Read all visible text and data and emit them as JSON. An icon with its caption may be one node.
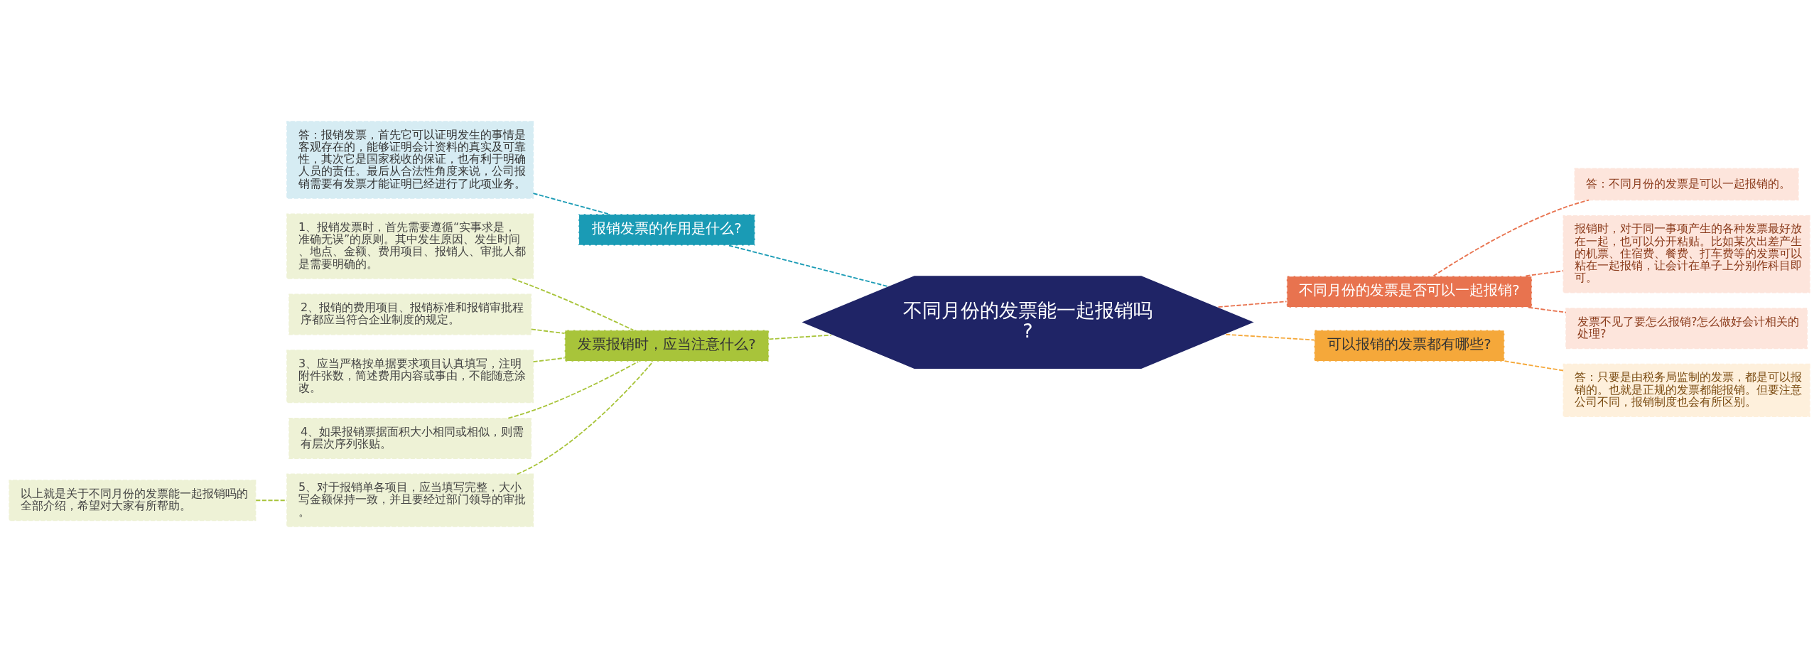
{
  "diagram": {
    "nodes": [
      {
        "text": [
          "不同月份的发票能一起报销吗?"
        ]
      },
      {
        "text": [
          "报销发票的作用是什么?"
        ]
      },
      {
        "text": [
          "答：报销发票，首先它可以证明发生的事情是客观存在的，能够证明会计资料的真实及可靠性，其次它是国家税收的保证，也有利于明确人员的责任。最后从合法性角度来说，公司报销需要有发票才能证明已经进行了此项业务。"
        ]
      },
      {
        "text": [
          "发票报销时，应当注意什么?"
        ]
      },
      {
        "text": [
          "1、报销发票时，首先需要遵循“实事求是，准确无误”的原则。其中发生原因、发生时间、地点、金额、费用项目、报销人、审批人都是需要明确的。"
        ]
      },
      {
        "text": [
          "2、报销的费用项目、报销标准和报销审批程序都应当符合企业制度的规定。"
        ]
      },
      {
        "text": [
          "3、应当严格按单据要求项目认真填写，注明附件张数，简述费用内容或事由，不能随意涂改。"
        ]
      },
      {
        "text": [
          "4、如果报销票据面积大小相同或相似，则需有层次序列张贴。"
        ]
      },
      {
        "text": [
          "5、对于报销单各项目，应当填写完整，大小写金额保持一致，并且要经过部门领导的审批。"
        ]
      },
      {
        "text": [
          "以上就是关于不同月份的发票能一起报销吗的全部介绍，希望对大家有所帮助。"
        ]
      },
      {
        "text": [
          "不同月份的发票是否可以一起报销?"
        ]
      },
      {
        "text": [
          "答：不同月份的发票是可以一起报销的。"
        ]
      },
      {
        "text": [
          "报销时，对于同一事项产生的各种发票最好放在一起，也可以分开粘贴。比如某次出差产生的机票、住宿费、餐费、打车费等的发票可以粘在一起报销，让会计在单子上分别作科目即可。"
        ]
      },
      {
        "text": [
          "发票不见了要怎么报销?怎么做好会计相关的处理?"
        ]
      },
      {
        "text": [
          "可以报销的发票都有哪些?"
        ]
      },
      {
        "text": [
          "答：只要是由税务局监制的发票，都是可以报销的。也就是正规的发票都能报销。但要注意公司不同，报销制度也会有所区别。"
        ]
      }
    ],
    "edges": [
      {
        "from": 0,
        "to": 1,
        "arrow": "none",
        "style": "dashed",
        "color": "#1a9bb5"
      },
      {
        "from": 1,
        "to": 2,
        "arrow": "none",
        "style": "dashed",
        "color": "#1a9bb5"
      },
      {
        "from": 0,
        "to": 3,
        "arrow": "none",
        "style": "dashed",
        "color": "#a8c43a"
      },
      {
        "from": 3,
        "to": 4,
        "arrow": "none",
        "style": "dashed",
        "color": "#a8c43a"
      },
      {
        "from": 3,
        "to": 5,
        "arrow": "none",
        "style": "dashed",
        "color": "#a8c43a"
      },
      {
        "from": 3,
        "to": 6,
        "arrow": "none",
        "style": "dashed",
        "color": "#a8c43a"
      },
      {
        "from": 3,
        "to": 7,
        "arrow": "none",
        "style": "dashed",
        "color": "#a8c43a"
      },
      {
        "from": 3,
        "to": 8,
        "arrow": "none",
        "style": "dashed",
        "color": "#a8c43a"
      },
      {
        "from": 8,
        "to": 9,
        "arrow": "none",
        "style": "dashed",
        "color": "#a8c43a"
      },
      {
        "from": 0,
        "to": 10,
        "arrow": "none",
        "style": "dashed",
        "color": "#e8734f"
      },
      {
        "from": 10,
        "to": 11,
        "arrow": "none",
        "style": "dashed",
        "color": "#e8734f"
      },
      {
        "from": 10,
        "to": 12,
        "arrow": "none",
        "style": "dashed",
        "color": "#e8734f"
      },
      {
        "from": 10,
        "to": 13,
        "arrow": "none",
        "style": "dashed",
        "color": "#e8734f"
      },
      {
        "from": 0,
        "to": 14,
        "arrow": "none",
        "style": "dashed",
        "color": "#f5a83a"
      },
      {
        "from": 14,
        "to": 15,
        "arrow": "none",
        "style": "dashed",
        "color": "#f5a83a"
      }
    ]
  }
}
